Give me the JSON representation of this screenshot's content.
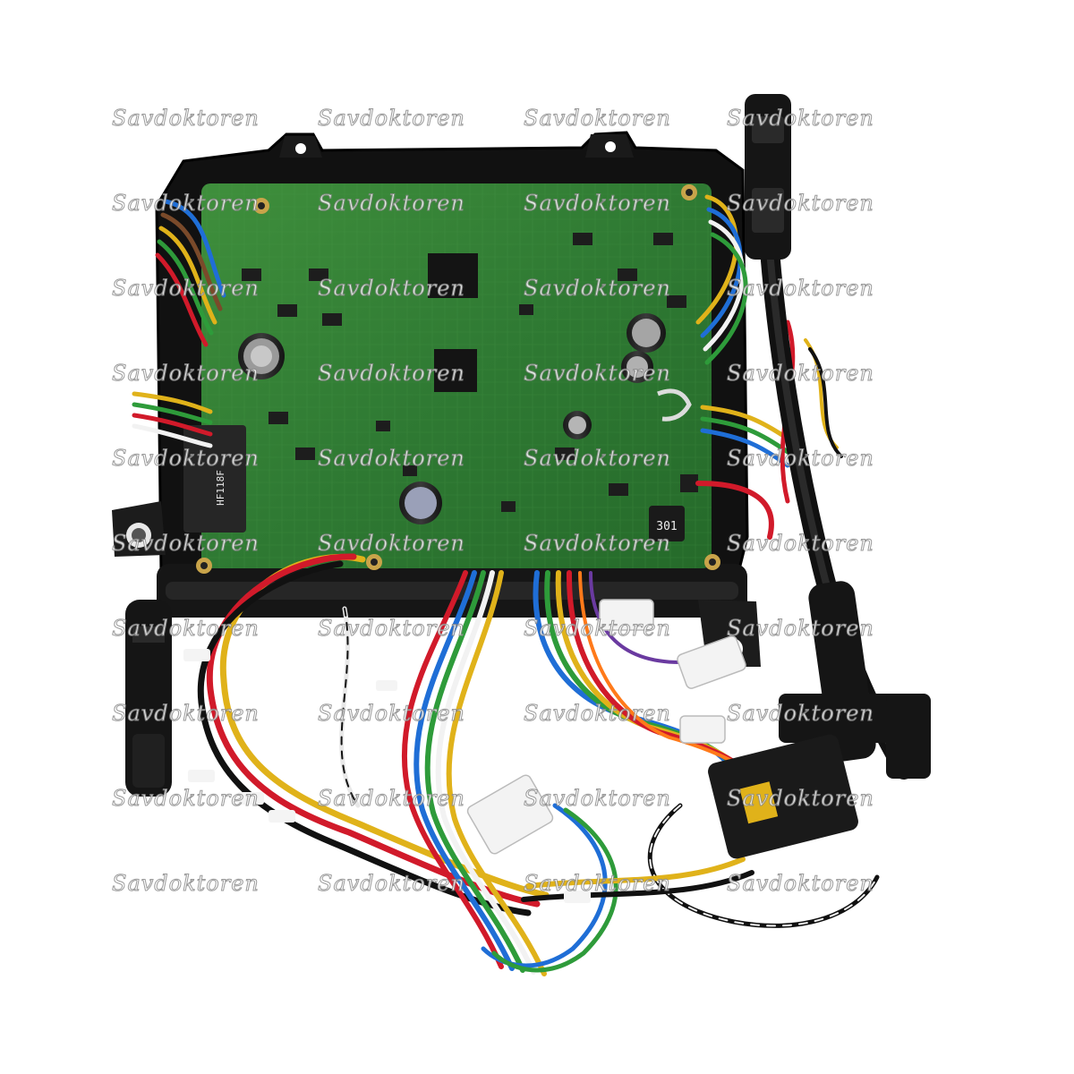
{
  "image": {
    "subject": "Electric scooter controller board with wiring harness",
    "background_color": "#ffffff",
    "pcb_color": "#2f7a33",
    "housing_color": "#111111"
  },
  "watermark": {
    "text": "Savdoktoren"
  },
  "board_markings": {
    "relay_model": "HF118F",
    "inductor_code": "301"
  },
  "wire_colors": [
    "#e0b21a",
    "#d11a2a",
    "#1f6ed6",
    "#2e9b3a",
    "#f2f2f2",
    "#111111",
    "#ff7a1a",
    "#7a4a2a",
    "#6a3aa0"
  ]
}
